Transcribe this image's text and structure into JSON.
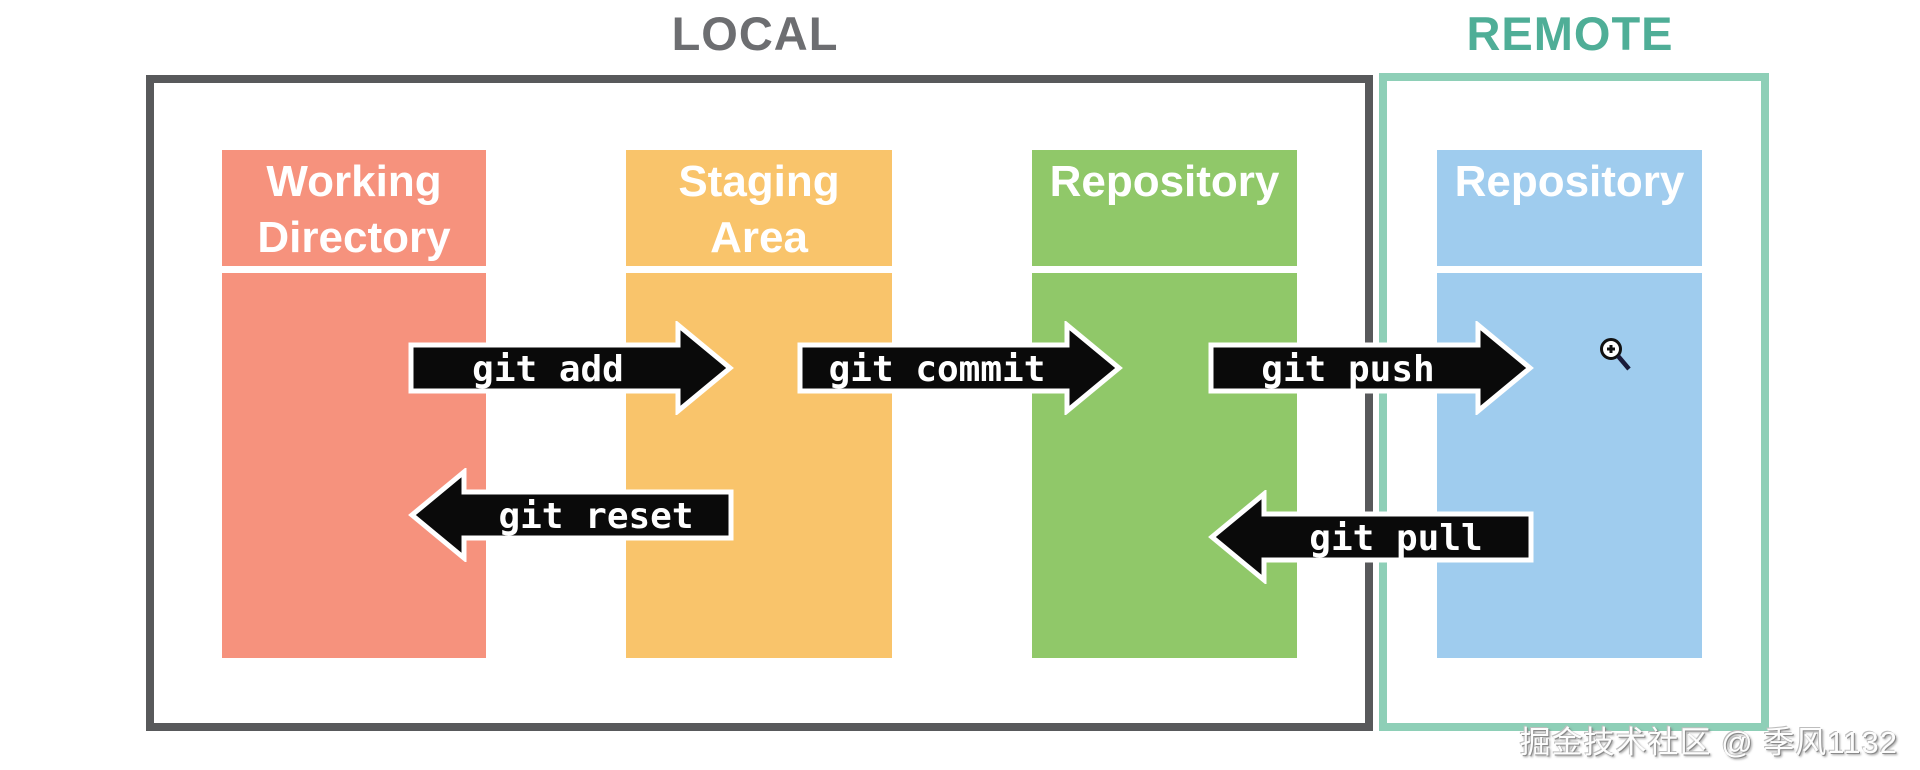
{
  "titles": {
    "local": "LOCAL",
    "remote": "REMOTE"
  },
  "boxes": [
    {
      "id": "working-directory",
      "line1": "Working",
      "line2": "Directory",
      "color": "#f6927d",
      "section": "LOCAL"
    },
    {
      "id": "staging-area",
      "line1": "Staging",
      "line2": "Area",
      "color": "#f9c46b",
      "section": "LOCAL"
    },
    {
      "id": "repository-local",
      "line1": "Repository",
      "line2": "",
      "color": "#90c869",
      "section": "LOCAL"
    },
    {
      "id": "repository-remote",
      "line1": "Repository",
      "line2": "",
      "color": "#9fccee",
      "section": "REMOTE"
    }
  ],
  "arrows": [
    {
      "id": "git-add",
      "label": "git add",
      "direction": "right",
      "from": "Working Directory",
      "to": "Staging Area"
    },
    {
      "id": "git-commit",
      "label": "git commit",
      "direction": "right",
      "from": "Staging Area",
      "to": "Repository (local)"
    },
    {
      "id": "git-push",
      "label": "git push",
      "direction": "right",
      "from": "Repository (local)",
      "to": "Repository (remote)"
    },
    {
      "id": "git-reset",
      "label": "git reset",
      "direction": "left",
      "from": "Staging Area",
      "to": "Working Directory"
    },
    {
      "id": "git-pull",
      "label": "git pull",
      "direction": "left",
      "from": "Repository (remote)",
      "to": "Repository (local)"
    }
  ],
  "colors": {
    "local_border": "#58595b",
    "remote_border": "#8ecfb7",
    "local_title": "#6d6e71",
    "remote_title": "#4fae97",
    "working_directory": "#f6927d",
    "staging_area": "#f9c46b",
    "repository_local": "#90c869",
    "repository_remote": "#9fccee",
    "arrow_fill": "#0a0a0a",
    "arrow_text": "#ffffff"
  },
  "watermark": "掘金技术社区 @ 季风1132"
}
